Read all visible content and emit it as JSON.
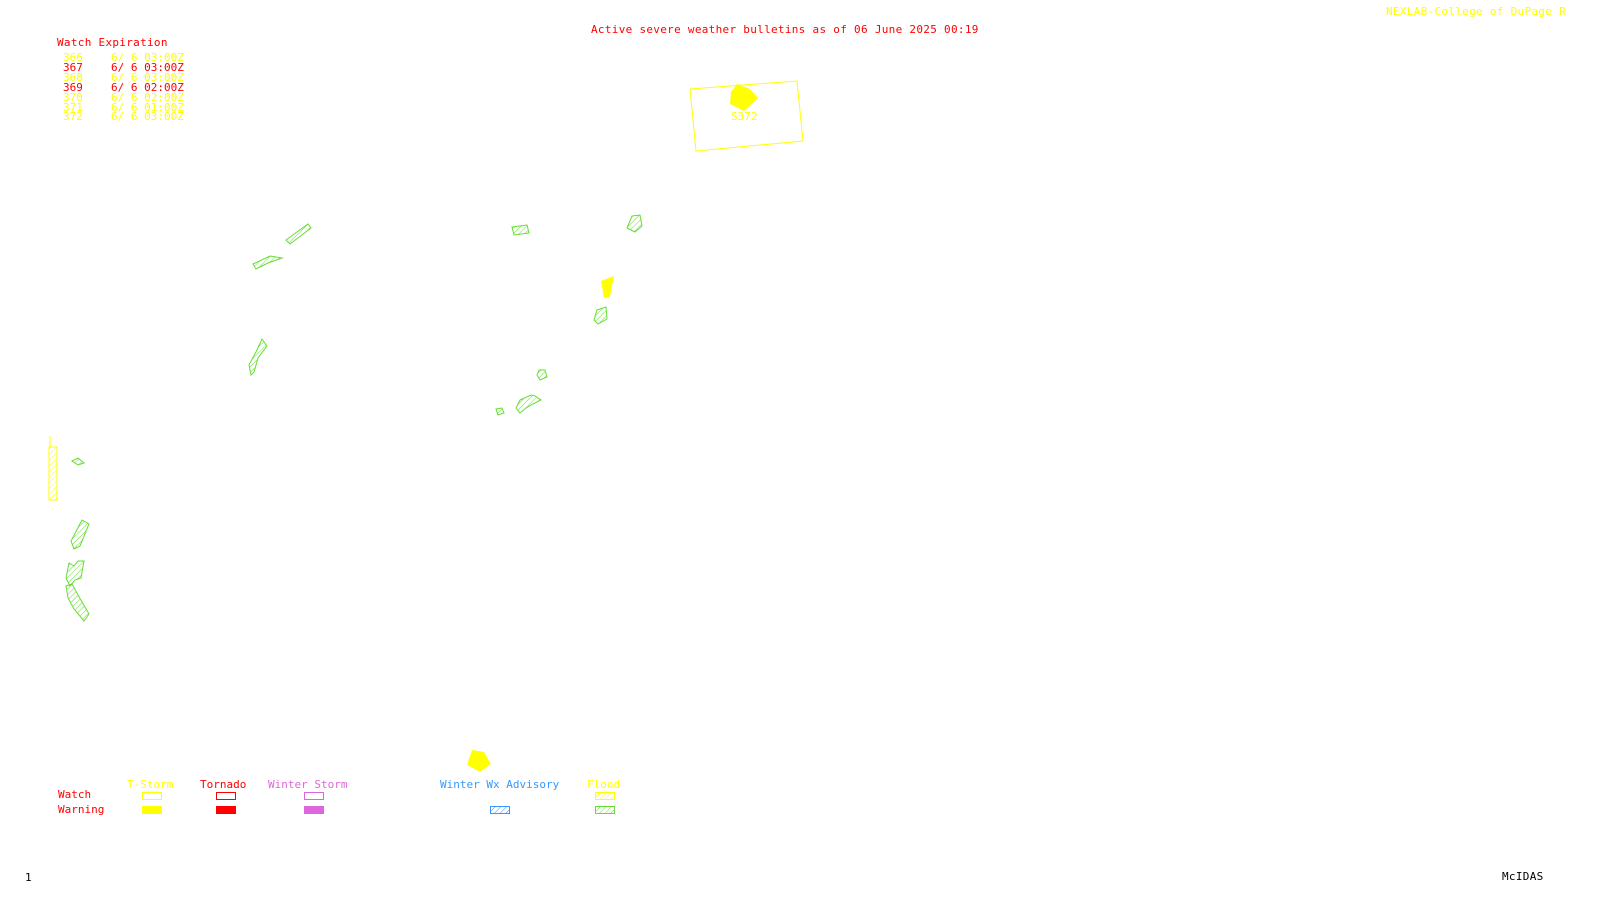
{
  "header": {
    "title": "Active severe weather bulletins as of 06 June 2025 00:19",
    "credit": "NEXLAB-College of DuPage R"
  },
  "expiration": {
    "heading": "Watch Expiration",
    "rows": [
      {
        "num": "366",
        "time": "6/ 6 03:00Z",
        "color": "#ffff00"
      },
      {
        "num": "367",
        "time": "6/ 6 03:00Z",
        "color": "#ff0000"
      },
      {
        "num": "368",
        "time": "6/ 6 03:00Z",
        "color": "#ffff00"
      },
      {
        "num": "369",
        "time": "6/ 6 02:00Z",
        "color": "#ff0000"
      },
      {
        "num": "370",
        "time": "6/ 6 02:00Z",
        "color": "#ffff00"
      },
      {
        "num": "371",
        "time": "6/ 6 01:00Z",
        "color": "#ffff00"
      },
      {
        "num": "372",
        "time": "6/ 6 03:00Z",
        "color": "#ffff00"
      }
    ]
  },
  "map": {
    "watch_box_label": "S372",
    "colors": {
      "tstorm": "#ffff00",
      "flood": "#66dd33",
      "tornado": "#ff0000",
      "winter": "#dd66dd",
      "advisory": "#3399ff"
    }
  },
  "legend": {
    "row_watch": "Watch",
    "row_warning": "Warning",
    "tstorm": "T-Storm",
    "tornado": "Tornado",
    "winter_storm": "Winter Storm",
    "winter_advisory": "Winter Wx Advisory",
    "flood": "Flood"
  },
  "footer": {
    "frame": "1",
    "software": "McIDAS"
  }
}
